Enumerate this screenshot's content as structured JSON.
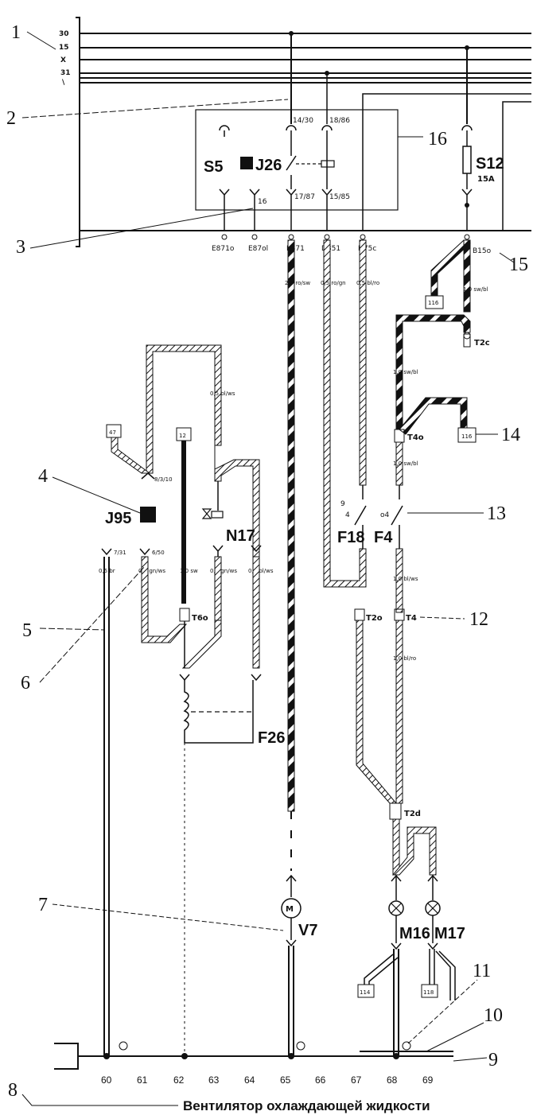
{
  "caption": "Вентилятор охлаждающей жидкости",
  "bus_labels": [
    "30",
    "15",
    "X",
    "31",
    "\\"
  ],
  "callouts": [
    "1",
    "2",
    "3",
    "4",
    "5",
    "6",
    "7",
    "8",
    "9",
    "10",
    "11",
    "12",
    "13",
    "14",
    "15",
    "16"
  ],
  "components": {
    "s5": "S5",
    "j26": "J26",
    "s12": "S12",
    "s12_rating": "15A",
    "j95": "J95",
    "n17": "N17",
    "f18": "F18",
    "f4": "F4",
    "f26": "F26",
    "v7": "V7",
    "m16": "M16",
    "m17": "M17"
  },
  "relay_pins": [
    "14/30",
    "18/86",
    "17/87",
    "15/85",
    "16"
  ],
  "terminals": [
    "E871o",
    "E87ol",
    "E871",
    "D851",
    "D75c",
    "B15o"
  ],
  "connectors": [
    "T2c",
    "T4o",
    "T6o",
    "T2o",
    "T4",
    "T2d"
  ],
  "references": [
    "47",
    "12",
    "116",
    "114",
    "118",
    "116"
  ],
  "pin_labels": [
    "8/3/10",
    "7/31",
    "6/50",
    "9",
    "4",
    "o4"
  ],
  "wire_labels": [
    "2,5 ro/sw",
    "0,5 ro/gn",
    "0,5 bl/ro",
    "1,0 sw/bl",
    "0,5 bl/ws",
    "1,0 sw",
    "0,5 gn/ws",
    "0,5 br",
    "0,5 gn/ws",
    "1,0 bl/ws",
    "1,0 bl/ro"
  ],
  "ground_labels": [
    "60",
    "61",
    "62",
    "63",
    "64",
    "65",
    "66",
    "67",
    "68",
    "69"
  ]
}
